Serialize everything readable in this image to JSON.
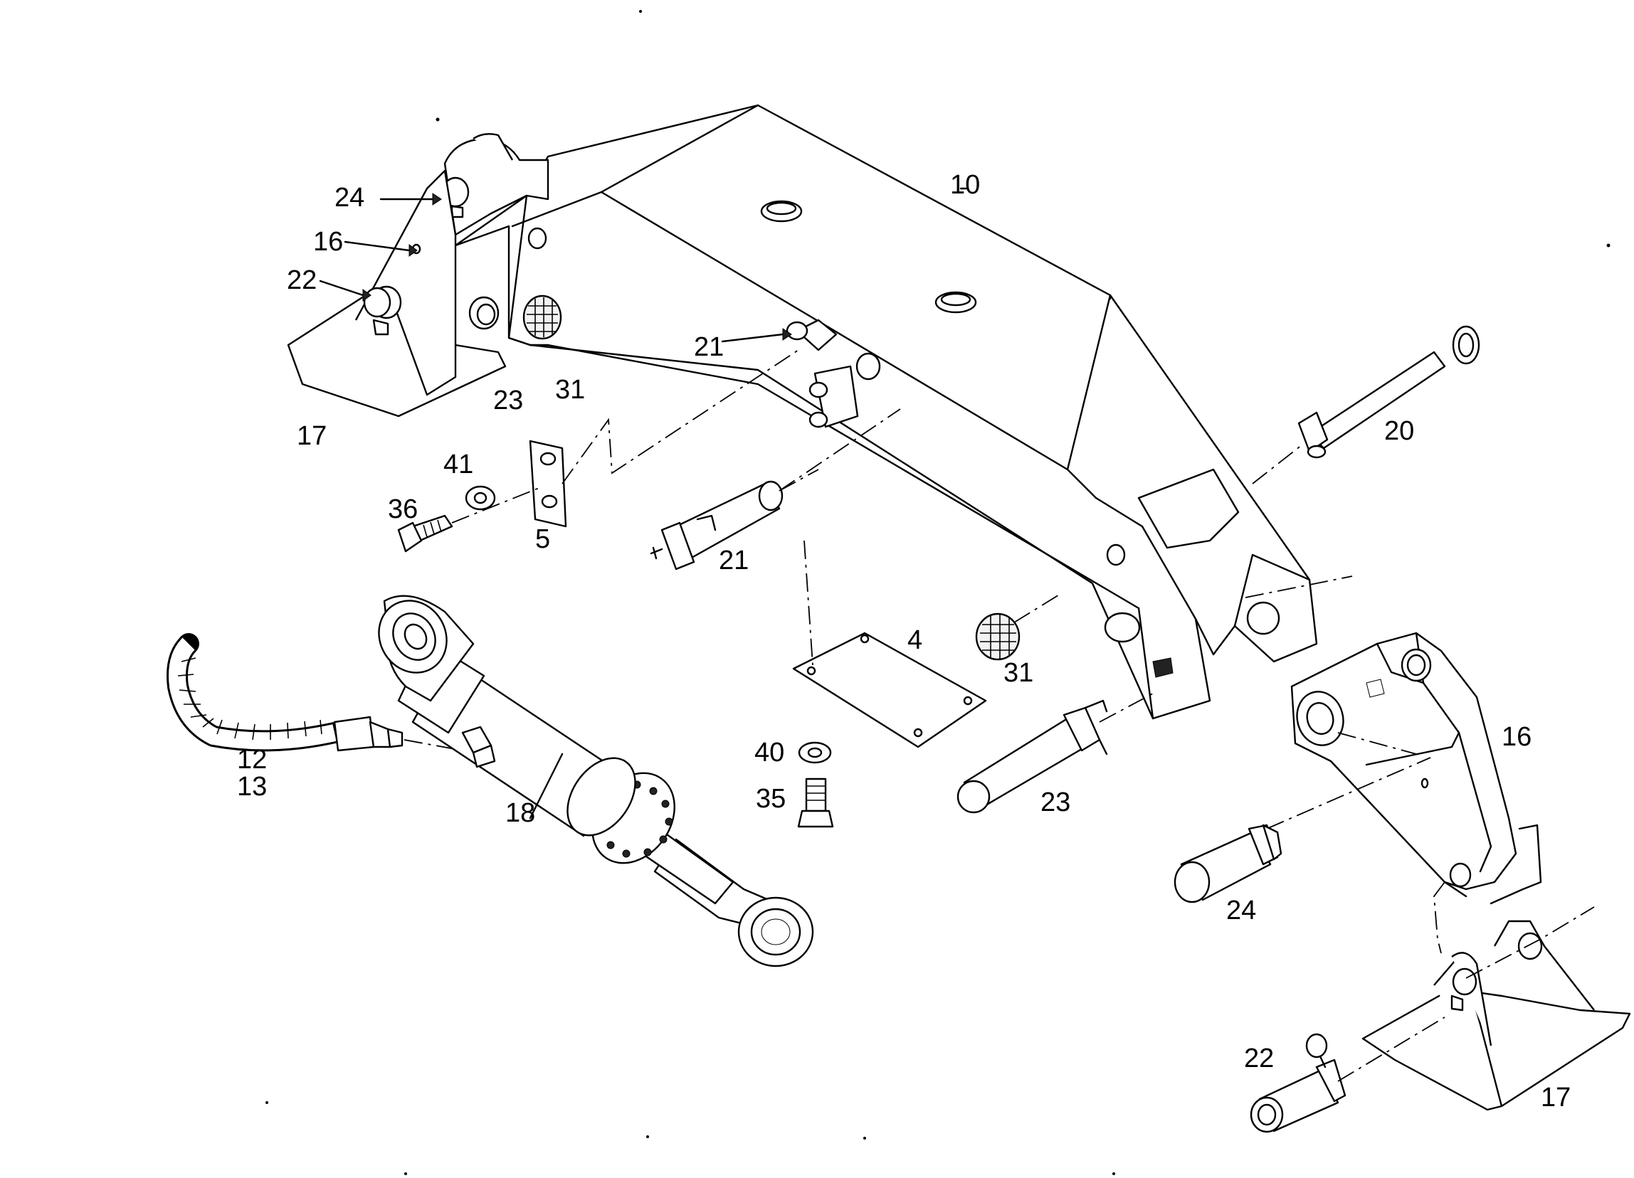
{
  "diagram": {
    "callouts": [
      {
        "id": "c10",
        "text": "10"
      },
      {
        "id": "c24a",
        "text": "24"
      },
      {
        "id": "c16a",
        "text": "16"
      },
      {
        "id": "c22a",
        "text": "22"
      },
      {
        "id": "c23a",
        "text": "23"
      },
      {
        "id": "c31a",
        "text": "31"
      },
      {
        "id": "c17a",
        "text": "17"
      },
      {
        "id": "c21a",
        "text": "21"
      },
      {
        "id": "c21b",
        "text": "21"
      },
      {
        "id": "c41",
        "text": "41"
      },
      {
        "id": "c36",
        "text": "36"
      },
      {
        "id": "c5",
        "text": "5"
      },
      {
        "id": "c20",
        "text": "20"
      },
      {
        "id": "c4",
        "text": "4"
      },
      {
        "id": "c31b",
        "text": "31"
      },
      {
        "id": "c40",
        "text": "40"
      },
      {
        "id": "c35",
        "text": "35"
      },
      {
        "id": "c23b",
        "text": "23"
      },
      {
        "id": "c12",
        "text": "12"
      },
      {
        "id": "c13",
        "text": "13"
      },
      {
        "id": "c18",
        "text": "18"
      },
      {
        "id": "c16b",
        "text": "16"
      },
      {
        "id": "c24b",
        "text": "24"
      },
      {
        "id": "c22b",
        "text": "22"
      },
      {
        "id": "c17b",
        "text": "17"
      }
    ]
  }
}
